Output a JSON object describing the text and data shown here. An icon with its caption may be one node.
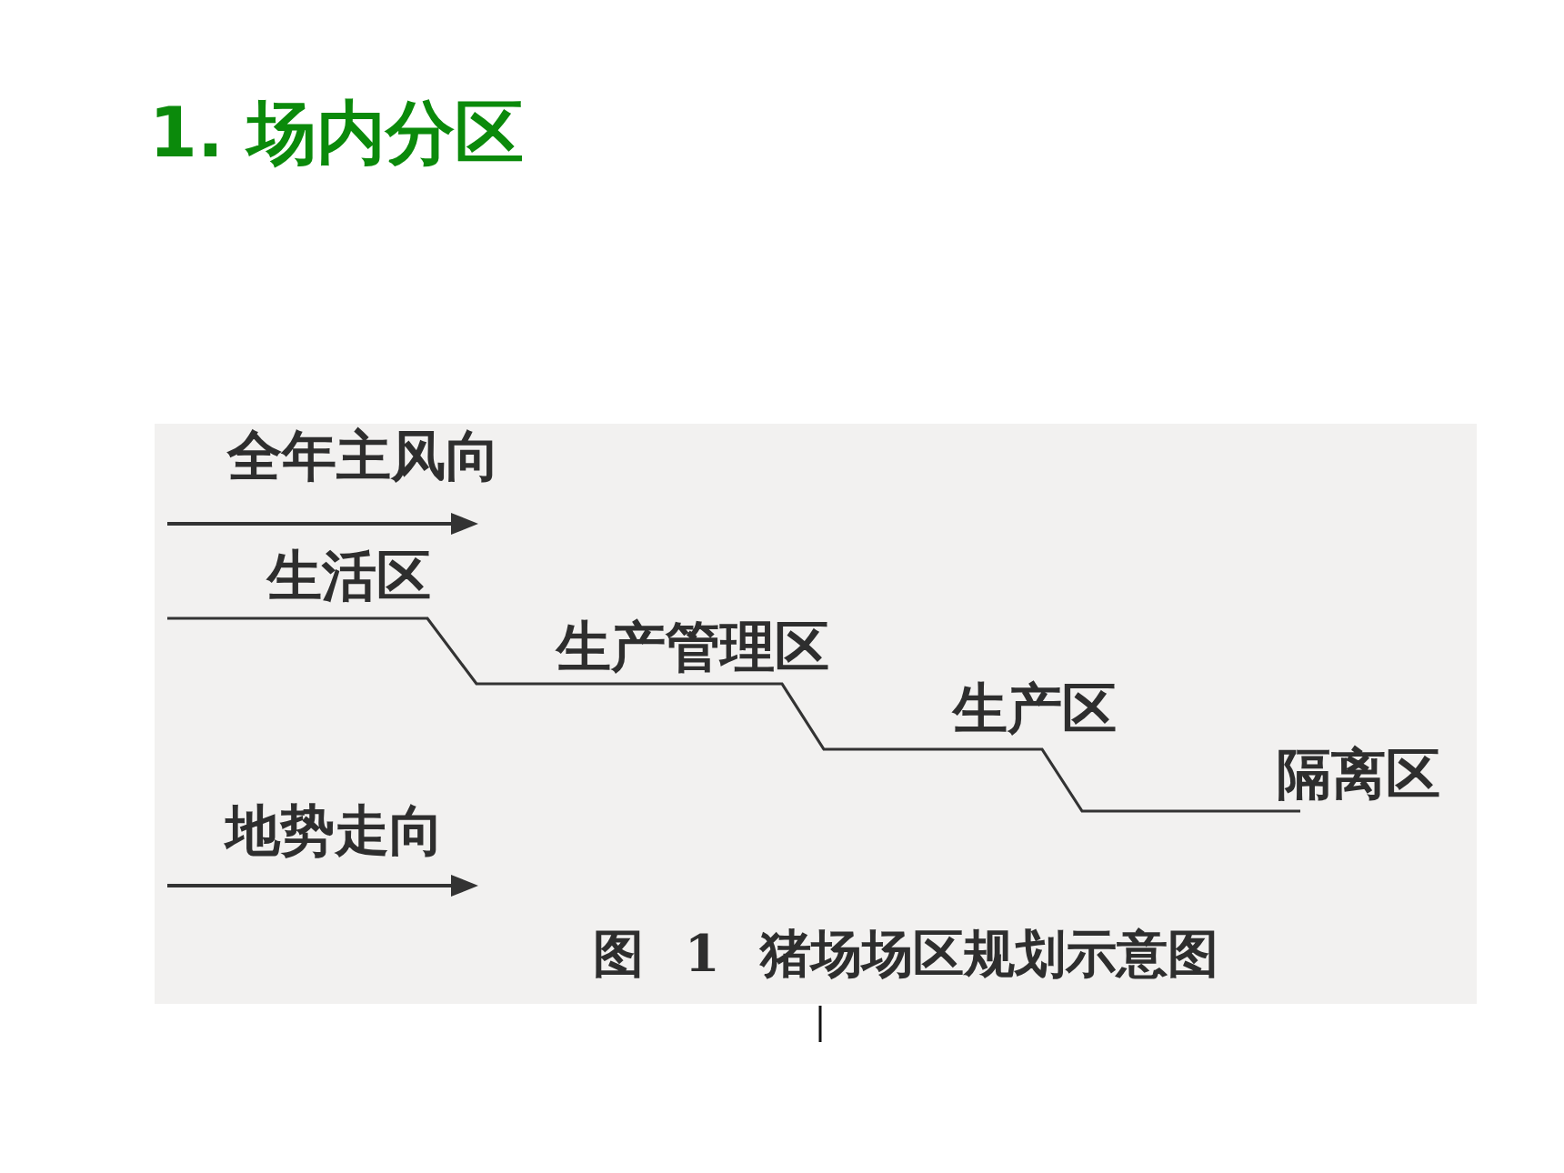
{
  "diagram": {
    "title": "1. 场内分区",
    "caption": "图 1 猪场场区规划示意图",
    "labels": [
      "全年主风向",
      "生活区",
      "生产管理区",
      "生产区",
      "隔离区",
      "地势走向"
    ]
  }
}
